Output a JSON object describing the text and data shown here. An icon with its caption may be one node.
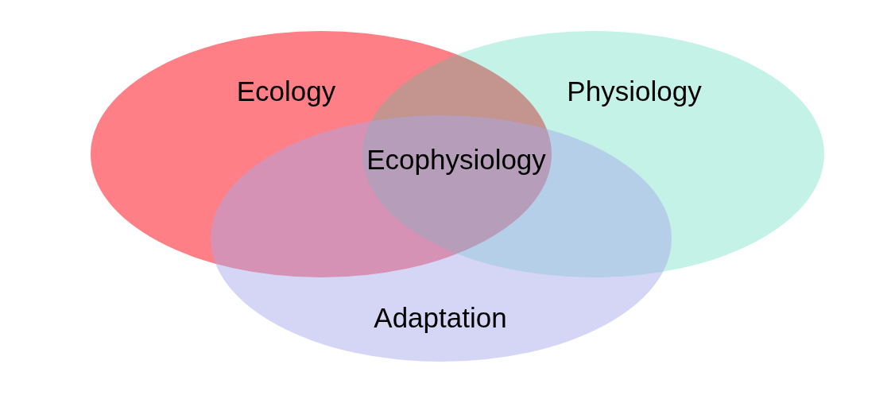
{
  "diagram": {
    "nodes": [
      {
        "text": [
          "Ecology"
        ]
      },
      {
        "text": [
          "Physiology"
        ]
      },
      {
        "text": [
          "Adaptation"
        ]
      }
    ],
    "labels": [
      "Ecophysiology"
    ]
  }
}
